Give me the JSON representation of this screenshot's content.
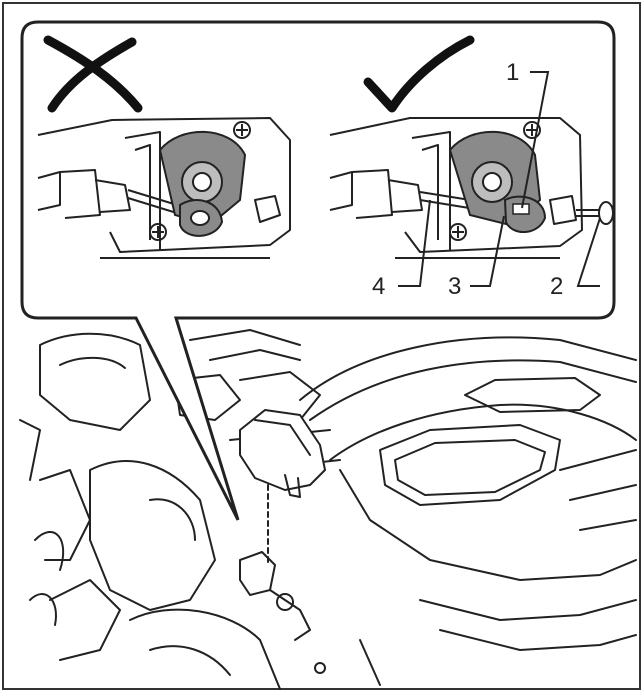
{
  "figure": {
    "callouts": [
      {
        "id": "1",
        "label": "1"
      },
      {
        "id": "2",
        "label": "2"
      },
      {
        "id": "3",
        "label": "3"
      },
      {
        "id": "4",
        "label": "4"
      }
    ],
    "marks": {
      "incorrect": "cross-mark-icon",
      "correct": "check-mark-icon"
    },
    "colors": {
      "line": "#222222",
      "shade": "#8a8a8a",
      "paper": "#ffffff"
    }
  }
}
